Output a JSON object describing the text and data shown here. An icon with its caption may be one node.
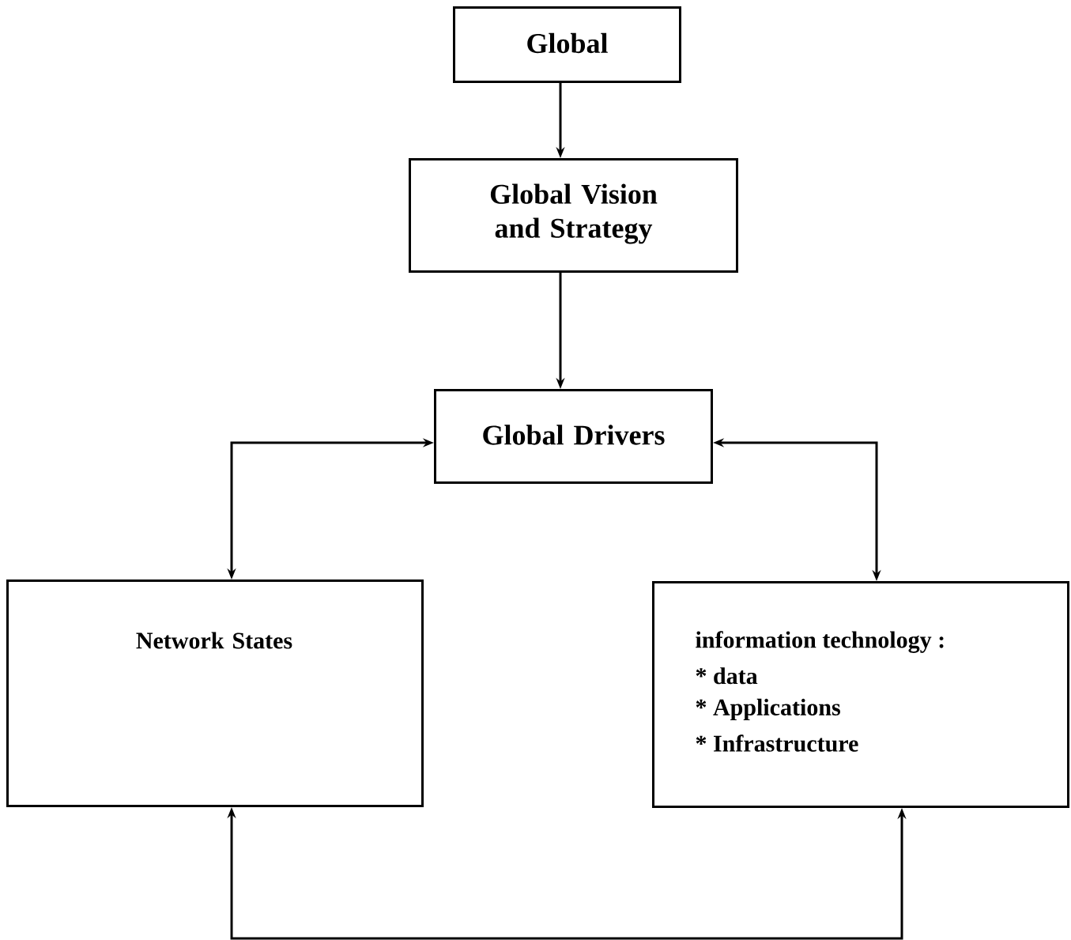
{
  "diagram": {
    "nodes": [
      {
        "text": [
          "Global"
        ]
      },
      {
        "text": [
          "Global Vision and Strategy"
        ]
      },
      {
        "text": [
          "Global Drivers"
        ]
      },
      {
        "text": [
          "Network States"
        ]
      },
      {
        "text": [
          "information  technology :",
          "* data",
          "* Applications",
          "* Infrastructure"
        ]
      }
    ],
    "edges": [
      {
        "from": 0,
        "to": 1,
        "arrow": "to"
      },
      {
        "from": 1,
        "to": 2,
        "arrow": "to"
      },
      {
        "from": 2,
        "to": 3,
        "arrow": "both"
      },
      {
        "from": 2,
        "to": 4,
        "arrow": "both"
      },
      {
        "from": 3,
        "to": 4,
        "arrow": "both"
      }
    ]
  }
}
